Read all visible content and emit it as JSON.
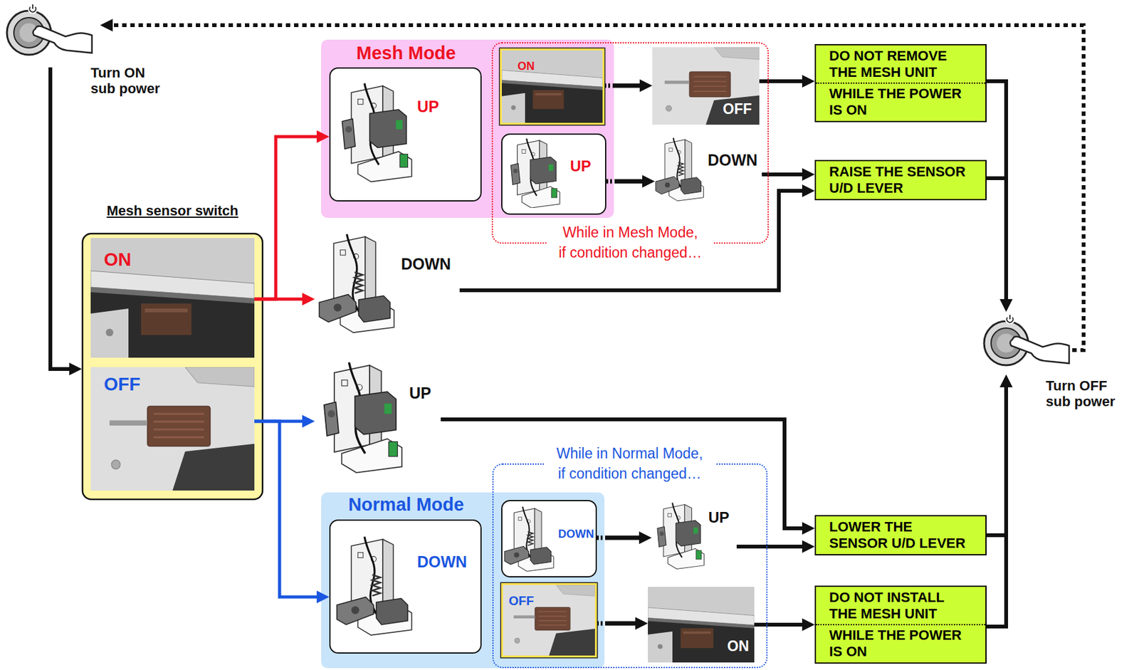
{
  "diagram": {
    "nodes": [
      {
        "text": [
          "Turn ON sub power"
        ]
      },
      {
        "text": [
          "Mesh Mode"
        ]
      },
      {
        "text": [
          "UP"
        ],
        "in": 1
      },
      {
        "text": [
          "ON"
        ],
        "in": 1
      },
      {
        "text": [
          "UP"
        ],
        "in": 1
      },
      {
        "text": [
          "While in Mesh Mode, if condition changed…"
        ]
      },
      {
        "text": [
          "OFF"
        ],
        "in": 5
      },
      {
        "text": [
          "DOWN"
        ],
        "in": 5
      },
      {
        "text": [
          "DO NOT REMOVE THE MESH UNIT",
          "WHILE THE POWER IS ON"
        ]
      },
      {
        "text": [
          "RAISE THE SENSOR U/D LEVER"
        ]
      },
      {
        "text": [
          "Mesh sensor switch"
        ]
      },
      {
        "text": [
          "ON"
        ],
        "in": 10
      },
      {
        "text": [
          "OFF"
        ],
        "in": 10
      },
      {
        "text": [
          "DOWN"
        ]
      },
      {
        "text": [
          "Turn OFF sub power"
        ]
      },
      {
        "text": [
          "UP"
        ]
      },
      {
        "text": [
          "While in Normal Mode, if condition changed…"
        ]
      },
      {
        "text": [
          "Normal Mode"
        ]
      },
      {
        "text": [
          "DOWN"
        ],
        "in": 17
      },
      {
        "text": [
          "DOWN"
        ],
        "in": 17
      },
      {
        "text": [
          "OFF"
        ],
        "in": 17
      },
      {
        "text": [
          "UP"
        ],
        "in": 16
      },
      {
        "text": [
          "ON"
        ],
        "in": 16
      },
      {
        "text": [
          "LOWER THE SENSOR U/D LEVER"
        ]
      },
      {
        "text": [
          "DO NOT INSTALL THE MESH UNIT",
          "WHILE THE POWER IS ON"
        ]
      }
    ],
    "edges": [
      {
        "from": 0,
        "to": 10,
        "arrow": "to"
      },
      {
        "from": 11,
        "to": 2,
        "arrow": "to"
      },
      {
        "from": 11,
        "to": 13,
        "arrow": "to"
      },
      {
        "from": 3,
        "to": 6,
        "arrow": "to"
      },
      {
        "from": 4,
        "to": 7,
        "arrow": "to"
      },
      {
        "from": 6,
        "to": 8,
        "arrow": "to"
      },
      {
        "from": 7,
        "to": 9,
        "arrow": "to"
      },
      {
        "from": 13,
        "to": 9,
        "arrow": "to"
      },
      {
        "from": 8,
        "to": 14,
        "arrow": "to"
      },
      {
        "from": 9,
        "to": 14,
        "arrow": "to"
      },
      {
        "from": 12,
        "to": 15,
        "arrow": "to"
      },
      {
        "from": 12,
        "to": 18,
        "arrow": "to"
      },
      {
        "from": 15,
        "to": 23,
        "arrow": "to"
      },
      {
        "from": 19,
        "to": 21,
        "arrow": "to"
      },
      {
        "from": 21,
        "to": 23,
        "arrow": "to"
      },
      {
        "from": 20,
        "to": 22,
        "arrow": "to"
      },
      {
        "from": 22,
        "to": 24,
        "arrow": "to"
      },
      {
        "from": 23,
        "to": 14,
        "arrow": "to"
      },
      {
        "from": 24,
        "to": 14,
        "arrow": "to"
      },
      {
        "from": 14,
        "to": 0,
        "arrow": "to"
      }
    ]
  }
}
